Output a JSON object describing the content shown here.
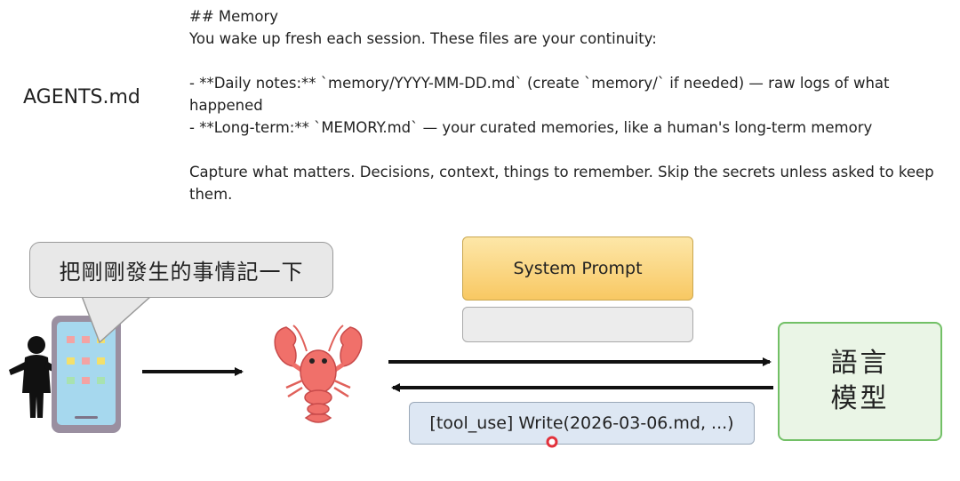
{
  "filename": "AGENTS.md",
  "doc_lines": [
    "## Memory",
    "You wake up fresh each session. These files are your continuity:",
    "",
    "- **Daily notes:** `memory/YYYY-MM-DD.md` (create `memory/` if needed) — raw logs of what",
    "happened",
    "- **Long-term:** `MEMORY.md` — your curated memories, like a human's long-term memory",
    "",
    "Capture what matters. Decisions, context, things to remember. Skip the secrets unless asked to keep",
    "them."
  ],
  "speech_bubble": "把剛剛發生的事情記一下",
  "system_prompt": "System Prompt",
  "tool_call": "[tool_use] Write(2026-03-06.md, ...)",
  "llm": {
    "line1": "語言",
    "line2": "模型"
  },
  "colors": {
    "system_prompt_fill": "#f8c863",
    "llm_border": "#72c066",
    "tool_box_fill": "#dde7f3",
    "lobster": "#f0706a",
    "cursor": "#e2313b"
  }
}
